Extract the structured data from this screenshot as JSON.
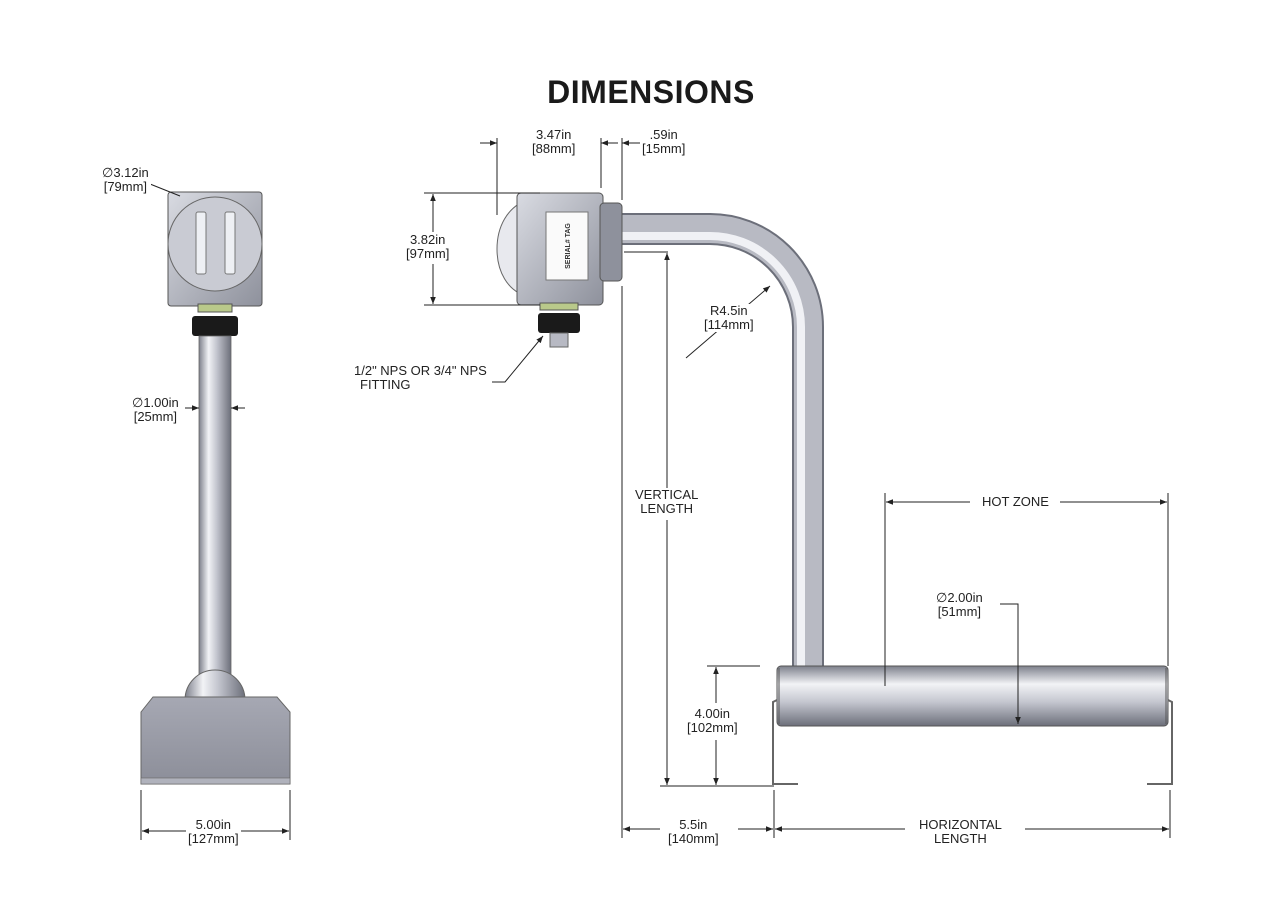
{
  "title": "DIMENSIONS",
  "tag_text": "SERIAL# TAG",
  "front_view": {
    "head_diameter": {
      "in": "∅3.12in",
      "mm": "[79mm]"
    },
    "tube_diameter": {
      "in": "∅1.00in",
      "mm": "[25mm]"
    },
    "width": {
      "in": "5.00in",
      "mm": "[127mm]"
    }
  },
  "side_view": {
    "head_depth": {
      "in": "3.47in",
      "mm": "[88mm]"
    },
    "collar_depth": {
      "in": ".59in",
      "mm": "[15mm]"
    },
    "head_height": {
      "in": "3.82in",
      "mm": "[97mm]"
    },
    "fitting_line1": "1/2\" NPS OR 3/4\" NPS",
    "fitting_line2": "FITTING",
    "bend_radius": {
      "in": "R4.5in",
      "mm": "[114mm]"
    },
    "vertical_length_line1": "VERTICAL",
    "vertical_length_line2": "LENGTH",
    "hot_zone": "HOT ZONE",
    "element_diameter": {
      "in": "∅2.00in",
      "mm": "[51mm]"
    },
    "element_height": {
      "in": "4.00in",
      "mm": "[102mm]"
    },
    "offset": {
      "in": "5.5in",
      "mm": "[140mm]"
    },
    "horizontal_length_line1": "HORIZONTAL",
    "horizontal_length_line2": "LENGTH"
  },
  "colors": {
    "metal_light": "#e8e9ee",
    "metal_mid": "#b7b9c3",
    "metal_dark": "#6f727d",
    "base_gray": "#9c9ea9",
    "dimension_line": "#222222",
    "fitting_black": "#1a1a1a",
    "thread_green": "#b9c98a"
  }
}
